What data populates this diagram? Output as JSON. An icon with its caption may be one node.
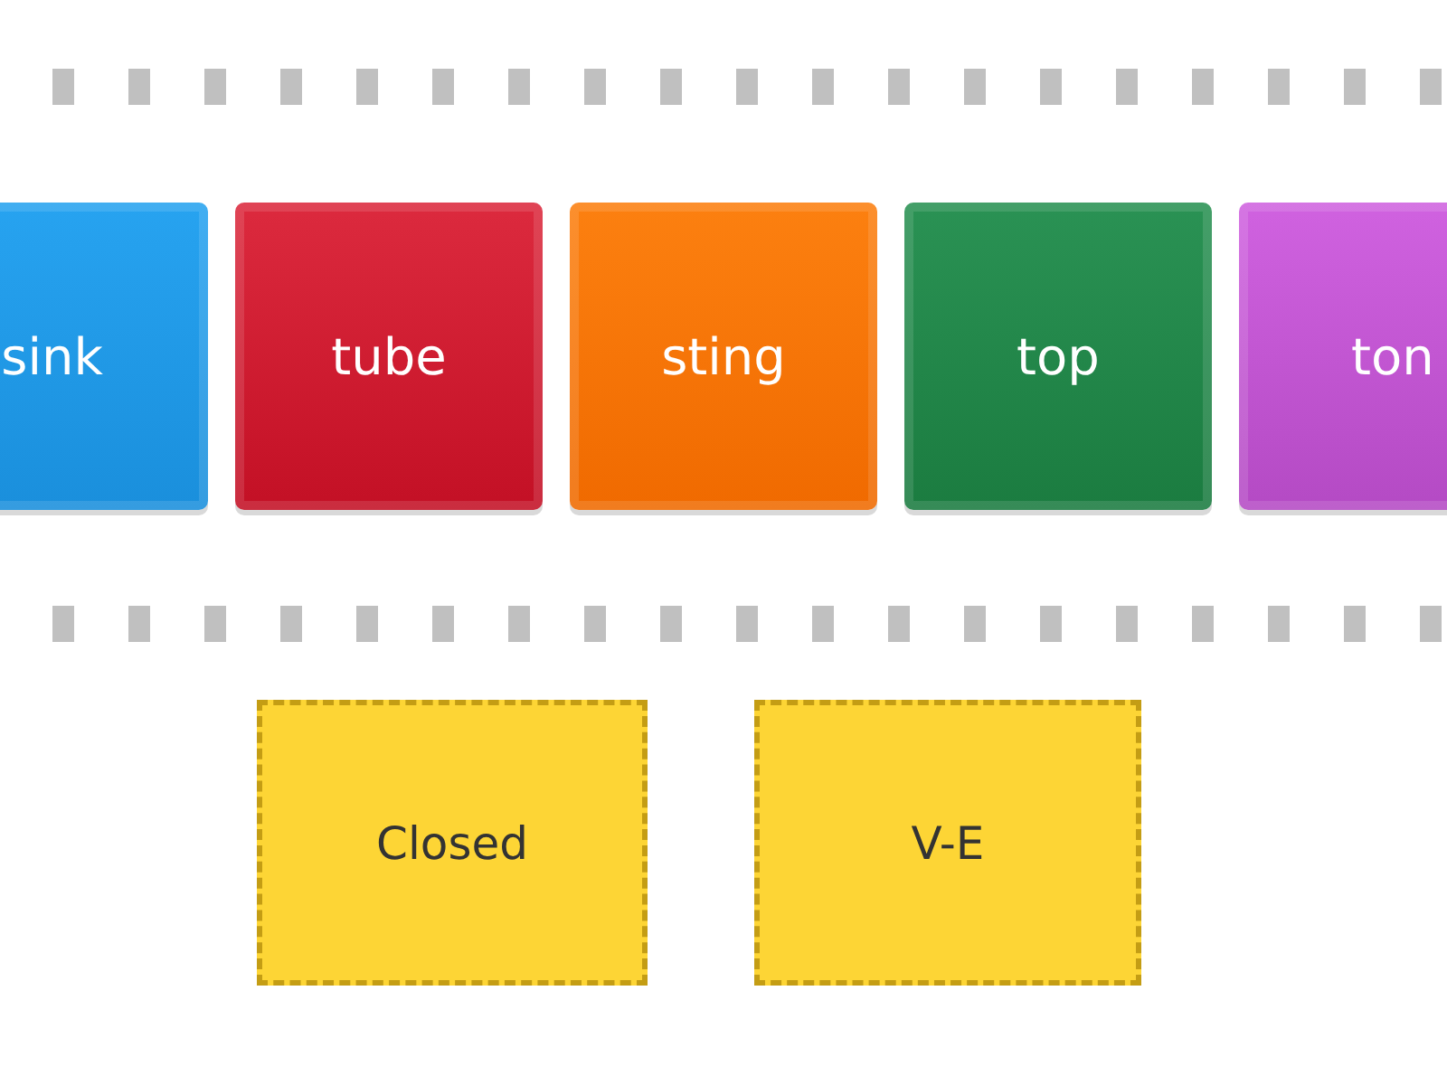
{
  "diagram": {
    "nodes": [
      {
        "text": [
          "sink"
        ]
      },
      {
        "text": [
          "tube"
        ]
      },
      {
        "text": [
          "sting"
        ]
      },
      {
        "text": [
          "top"
        ]
      },
      {
        "text": [
          "ton"
        ]
      },
      {
        "text": [
          "Closed"
        ]
      },
      {
        "text": [
          "V-E"
        ]
      }
    ],
    "edges": []
  }
}
